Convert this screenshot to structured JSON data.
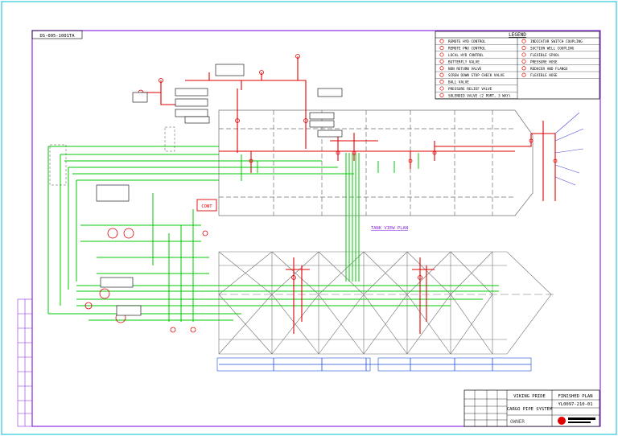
{
  "drawing_code": "DS-005-1001TA",
  "legend": {
    "title": "LEGEND",
    "items_left": [
      "REMOTE HYD CONTROL",
      "REMOTE PNU CONTROL",
      "LOCAL HYD CONTROL",
      "BUTTERFLY VALVE",
      "NON RETURN VALVE",
      "SCREW DOWN STOP CHECK VALVE",
      "BALL VALVE",
      "PRESSURE RELIEF VALVE",
      "SOLENOID VALVE (2 PORT, 3 WAY)"
    ],
    "items_right": [
      "INDICATOR SWITCH COUPLING",
      "SUCTION WELL COUPLING",
      "FLEXIBLE SPOOL",
      "PRESSURE HOSE",
      "REDUCER AND FLANGE",
      "FLEXIBLE HOSE"
    ]
  },
  "plan_label": "TANK VIEW PLAN",
  "pump_block_label": "CONT",
  "title_block": {
    "project_top": "VIKING PRIDE",
    "project_title": "CARGO PIPE SYSTEM",
    "plan_type": "FINISHED PLAN",
    "plan_number": "YL0097-210-01",
    "owner": "OWNER"
  },
  "colors": {
    "frame": "#00bcd4",
    "border": "#8a2be2",
    "cargo_line": "#e00000",
    "stripping_line": "#00c800",
    "hull": "#707070",
    "text": "#000000"
  }
}
